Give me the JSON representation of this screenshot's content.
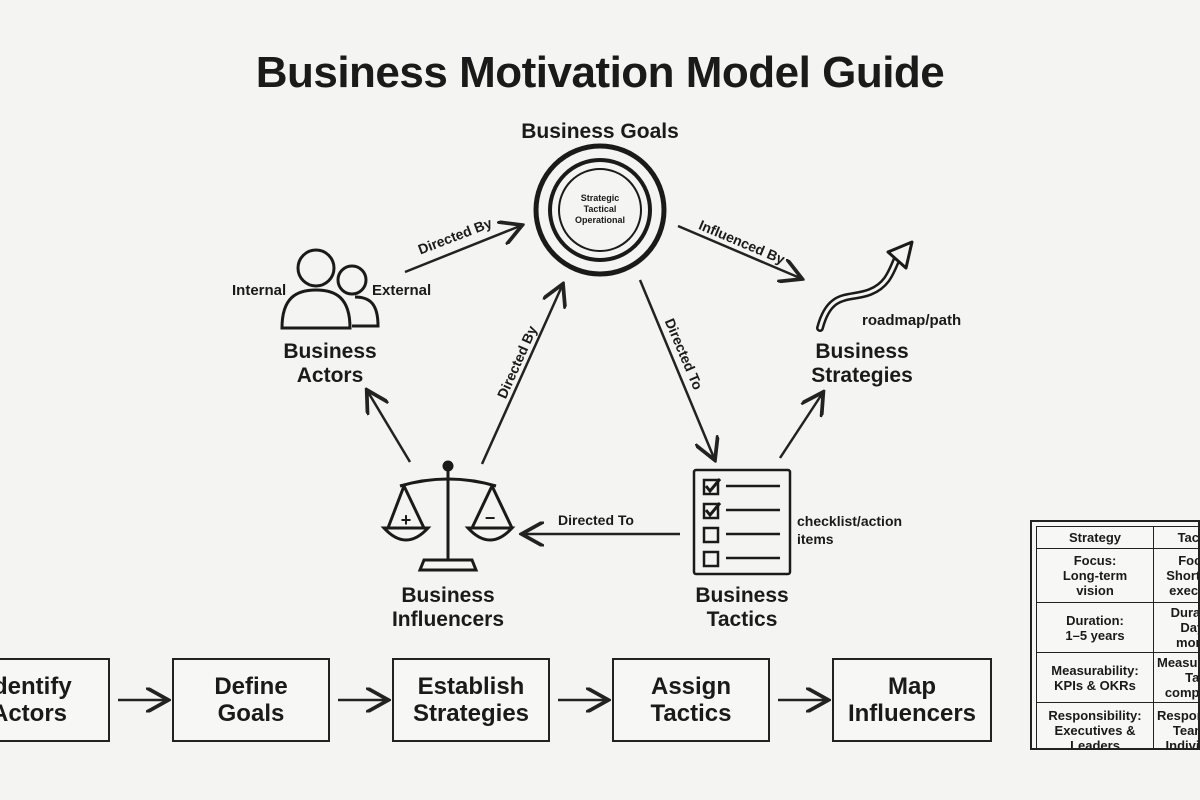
{
  "title": "Business Motivation Model Guide",
  "nodes": {
    "goals": {
      "label": "Business Goals",
      "levels": "Strategic\nTactical\nOperational"
    },
    "actors": {
      "label": "Business\nActors",
      "internal": "Internal",
      "external": "External"
    },
    "strategies": {
      "label": "Business\nStrategies",
      "note": "roadmap/path"
    },
    "tactics": {
      "label": "Business\nTactics",
      "note": "checklist/action\nitems"
    },
    "influencers": {
      "label": "Business\nInfluencers"
    }
  },
  "edges": {
    "actors_goals": "Directed By",
    "goals_strategies": "Influenced By",
    "influencers_goals": "Directed By",
    "goals_tactics": "Directed To",
    "tactics_influencers": "Directed To"
  },
  "steps": [
    "Identify\nActors",
    "Define\nGoals",
    "Establish\nStrategies",
    "Assign\nTactics",
    "Map\nInfluencers"
  ],
  "comparison": {
    "headers": [
      "Strategy",
      "Tactics"
    ],
    "rows": [
      [
        "Focus:\nLong-term\nvision",
        "Focus:\nShort-term\nexecution"
      ],
      [
        "Duration:\n1–5 years",
        "Duration:\nDays–months"
      ],
      [
        "Measurability:\nKPIs & OKRs",
        "Measurability:\nTask completion"
      ],
      [
        "Responsibility:\nExecutives &\nLeaders",
        "Responsibility:\nTeams &\nIndividuals"
      ]
    ]
  }
}
